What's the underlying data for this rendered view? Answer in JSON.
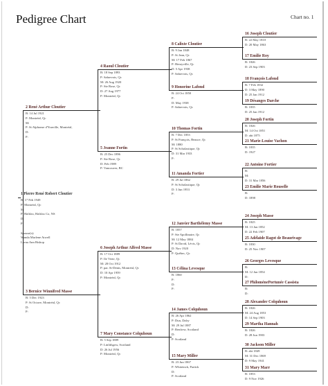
{
  "header": {
    "title": "Pedigree Chart",
    "chart_no": "Chart no. 1"
  },
  "persons": [
    {
      "num": "1",
      "name": "Pierre René Robert Cloutier",
      "lines": [
        "B: 17 Feb 1949",
        "P: Montréal, Qc",
        "M:",
        "P: Halifax, Halifax Co, NS",
        "D:",
        "P:",
        "",
        "Spouse(s):",
        "Wanda Marlene Atwell",
        "Lorna Ann Bishop"
      ]
    },
    {
      "num": "2",
      "name": "René Arthur Cloutier",
      "lines": [
        "B: 14 Jul 1921",
        "P: Montréal, Qc",
        "M:",
        "P: St Alphonse d'Youville, Montréal,",
        "D:",
        "P:"
      ]
    },
    {
      "num": "3",
      "name": "Bernice Winnifred Masse",
      "lines": [
        "B: 5 Dec 1923",
        "P: St Octave, Montréal, Qc",
        "D:",
        "P:"
      ]
    },
    {
      "num": "4",
      "name": "Raoul Cloutier",
      "lines": [
        "B: 18 Sep 1893",
        "P: Sabrevois, Qc",
        "M: 26 Aug 1920",
        "P: Ste Rose, Qc",
        "D: 27 Aug 1977",
        "P: Montréal, Qc"
      ]
    },
    {
      "num": "5",
      "name": "Jeanne Fortin",
      "lines": [
        "B: 25 Dec 1896",
        "P: Ste Rose, Qc",
        "D: Feb 1989",
        "P: Vancouver, BC"
      ]
    },
    {
      "num": "6",
      "name": "Joseph Arthur Alfred Masse",
      "lines": [
        "B: 17 Oct 1889",
        "P: Ile Verte, Qc",
        "M: 28 Oct 1912",
        "P: par. St-Denis, Montréal, Qc",
        "D: 10 Apr 1959",
        "P: Montréal, Qc"
      ]
    },
    {
      "num": "7",
      "name": "Mary Constance Colquhoun",
      "lines": [
        "B: 5 Sep 1889",
        "P: Linlithgow, Scotland",
        "D: 26 Jul 1956",
        "P: Montréal, Qc"
      ]
    },
    {
      "num": "8",
      "name": "Calixte Cloutier",
      "lines": [
        "B: 9 Jan 1848",
        "P: St Jean, Qc",
        "M: 17 Feb 1867",
        "P: Henryville, Qc",
        "D: 5 Apr 1938",
        "P: Sabrevois, Qc"
      ]
    },
    {
      "num": "9",
      "name": "Honorine Lafond",
      "lines": [
        "B: 24 Oct 1850",
        "P:",
        "D: May 1938",
        "P: Sabrevois, Qc"
      ]
    },
    {
      "num": "10",
      "name": "Thomas Fortin",
      "lines": [
        "B: 7 Dec 1853",
        "P: St François, Beauce, Qc",
        "M: 1880",
        "P: St Scholastique, Qc",
        "D: 31 Mar 1933",
        "P:"
      ]
    },
    {
      "num": "11",
      "name": "Amanda Fortier",
      "lines": [
        "B: 29 Jul 1862",
        "P: St Scholastique, Qc",
        "D: 3 Jun 1953",
        "P:"
      ]
    },
    {
      "num": "12",
      "name": "Janvier Barthélemy Masse",
      "lines": [
        "B: 1857",
        "P: Ste Apollinaire, Qc",
        "M: 12 May 1884",
        "P: St David, Lévis, Qc",
        "D: Nov 1920",
        "P: Québec, Qc"
      ]
    },
    {
      "num": "13",
      "name": "Célina Levesque",
      "lines": [
        "B: 1860",
        "P:",
        "D:",
        "P:"
      ]
    },
    {
      "num": "14",
      "name": "James Colquhoun",
      "lines": [
        "B: 26 Apr 1862",
        "P: Dun, Dalry",
        "M: 29 Jul 1887",
        "P: Renfrew, Scotland",
        "D:",
        "P: Scotland"
      ]
    },
    {
      "num": "15",
      "name": "Mary Miller",
      "lines": [
        "B: 23 Jun 1867",
        "P: Whiteinch, Partick",
        "D:",
        "P: Scotland"
      ]
    },
    {
      "num": "16",
      "name": "Joseph Cloutier",
      "lines": [
        "B: 22 May 1810",
        "D: 20 May 1863"
      ]
    },
    {
      "num": "17",
      "name": "Emilie Roy",
      "lines": [
        "B: 1826",
        "D: 23 Sep 1903"
      ]
    },
    {
      "num": "18",
      "name": "François Lafond",
      "lines": [
        "B: 7 Feb 1832",
        "D: 3 May 1890",
        "D: 25 Jan 1912"
      ]
    },
    {
      "num": "19",
      "name": "Désanges Darche",
      "lines": [
        "B: 1835",
        "D: 25 Jan 1912"
      ]
    },
    {
      "num": "20",
      "name": "Joseph Fortin",
      "lines": [
        "B: 1826",
        "M: 14 Oct 1851",
        "D: abt 1875"
      ]
    },
    {
      "num": "21",
      "name": "Marie-Louise Vachon",
      "lines": [
        "B: 1835",
        "D: 1927"
      ]
    },
    {
      "num": "22",
      "name": "Antoine Fortier",
      "lines": [
        "B:",
        "M:",
        "D: 31 Mar 1856"
      ]
    },
    {
      "num": "23",
      "name": "Emilie Marie Rouselle",
      "lines": [
        "B:",
        "D: 1898"
      ]
    },
    {
      "num": "24",
      "name": "Joseph Masse",
      "lines": [
        "B: 1825",
        "M: 13 Jan 1852",
        "D: 22 Feb 1907"
      ]
    },
    {
      "num": "25",
      "name": "Adélaïde Ragot de Beaurivage",
      "lines": [
        "B: 1830",
        "D: 25 Nov 1907"
      ]
    },
    {
      "num": "26",
      "name": "Georges Levesque",
      "lines": [
        "B:",
        "M: 12 Jan 1854",
        "D:"
      ]
    },
    {
      "num": "27",
      "name": "PhiloménePortunée Cassista",
      "lines": [
        "B:",
        "D:"
      ]
    },
    {
      "num": "28",
      "name": "Alexander Colquhoun",
      "lines": [
        "B: 1826",
        "M: 24 Aug 1853",
        "D: 14 Sep 1903"
      ]
    },
    {
      "num": "29",
      "name": "Martha Hannah",
      "lines": [
        "B: 1826",
        "D: 28 Jun 1903"
      ]
    },
    {
      "num": "30",
      "name": "Jackson Miller",
      "lines": [
        "B: abt 1849",
        "M: 31 Dec 1869",
        "D: 9 May 1941"
      ]
    },
    {
      "num": "31",
      "name": "Mary Marr",
      "lines": [
        "B: 1853",
        "D: 9 Nov 1926"
      ]
    }
  ]
}
